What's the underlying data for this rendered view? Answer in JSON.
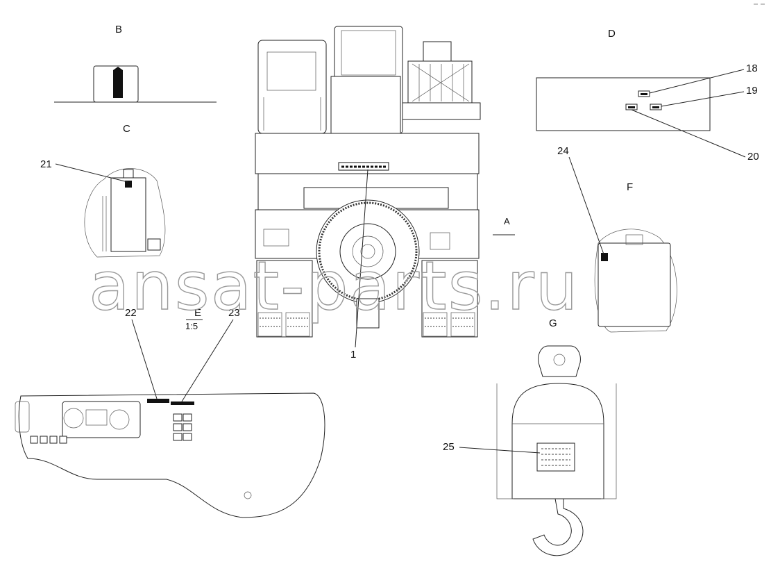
{
  "labels": {
    "view_a": "A",
    "view_b": "B",
    "view_c": "C",
    "view_d": "D",
    "view_e": "E",
    "scale_e": "1:5",
    "view_f": "F",
    "view_g": "G",
    "callout_1": "1",
    "callout_18": "18",
    "callout_19": "19",
    "callout_20": "20",
    "callout_21": "21",
    "callout_22": "22",
    "callout_23": "23",
    "callout_24": "24",
    "callout_25": "25"
  },
  "watermark": "ansat-parts.ru",
  "colors": {
    "line": "#222222",
    "watermark": "#9a9a9a",
    "background": "#ffffff"
  }
}
